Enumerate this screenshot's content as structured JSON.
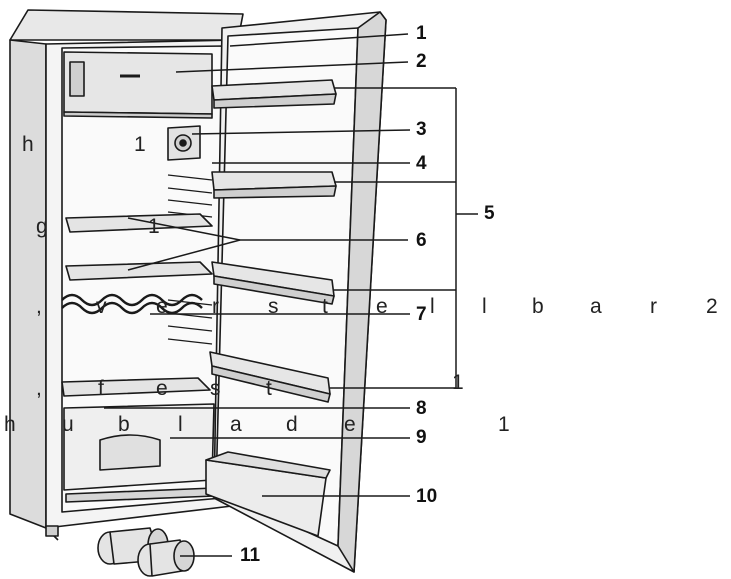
{
  "callouts": [
    "1",
    "2",
    "3",
    "4",
    "5",
    "6",
    "7",
    "8",
    "9",
    "10",
    "11"
  ],
  "stray_text": {
    "h1": "h",
    "one_a": "1",
    "g1_g": "g",
    "g1_1": "1",
    "row7": [
      ",",
      "v",
      "e",
      "r",
      "s",
      "t",
      "e",
      "l",
      "l",
      "b",
      "a",
      "r",
      "2"
    ],
    "row_fest": [
      ",",
      "f",
      "e",
      "s",
      "t",
      "1"
    ],
    "row_hub": [
      "h",
      "u",
      "b",
      "l",
      "a",
      "d",
      "e",
      "1"
    ]
  },
  "colors": {
    "line": "#1a1a1a",
    "shade": "#d9d9d9",
    "shade_dark": "#bdbdbd"
  }
}
